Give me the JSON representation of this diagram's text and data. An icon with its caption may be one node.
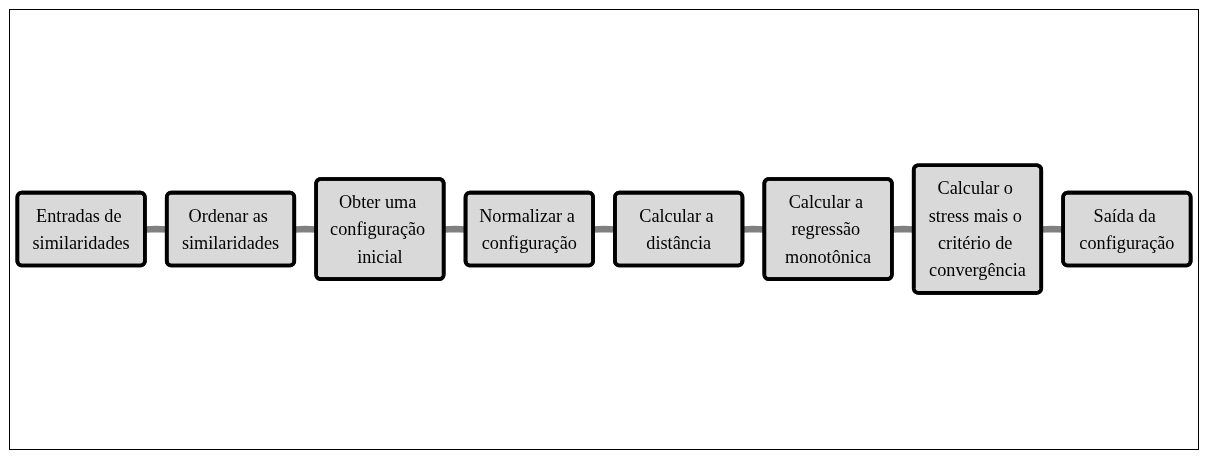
{
  "diagram": {
    "nodes": [
      {
        "text": [
          "Entradas de similaridades"
        ]
      },
      {
        "text": [
          "Calcular a regressão monotônica"
        ]
      },
      {
        "text": [
          "Calcular o stress mais o critério de convergência"
        ]
      },
      {
        "text": [
          "Ordenar as similaridades"
        ]
      },
      {
        "text": [
          "Calcular a distância"
        ]
      },
      {
        "text": [
          "Saída da configuração"
        ]
      },
      {
        "text": [
          "Obter uma configuração inicial"
        ]
      },
      {
        "text": [
          "Normalizar a configuração"
        ]
      }
    ],
    "edges": [
      {
        "from": 0,
        "to": 3,
        "arrow": "none"
      },
      {
        "from": 3,
        "to": 6,
        "arrow": "none"
      },
      {
        "from": 6,
        "to": 7,
        "arrow": "none"
      },
      {
        "from": 7,
        "to": 4,
        "arrow": "none"
      },
      {
        "from": 4,
        "to": 1,
        "arrow": "none"
      },
      {
        "from": 1,
        "to": 2,
        "arrow": "none"
      },
      {
        "from": 2,
        "to": 5,
        "arrow": "none"
      }
    ]
  }
}
